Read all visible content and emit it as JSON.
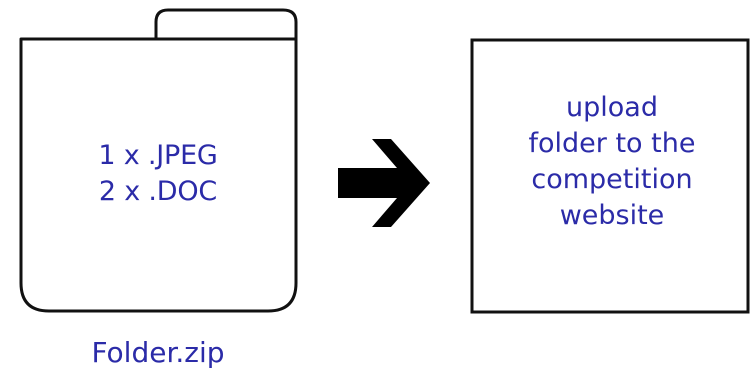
{
  "folder": {
    "contents": [
      "1 x .JPEG",
      "2 x .DOC"
    ],
    "caption": "Folder.zip"
  },
  "step": {
    "lines": [
      "upload",
      "folder to the",
      "competition",
      "website"
    ]
  },
  "colors": {
    "text": "#2b2ba8",
    "outline": "#111111",
    "arrow": "#000000"
  },
  "icons": {
    "arrow": "right-arrow-icon"
  }
}
